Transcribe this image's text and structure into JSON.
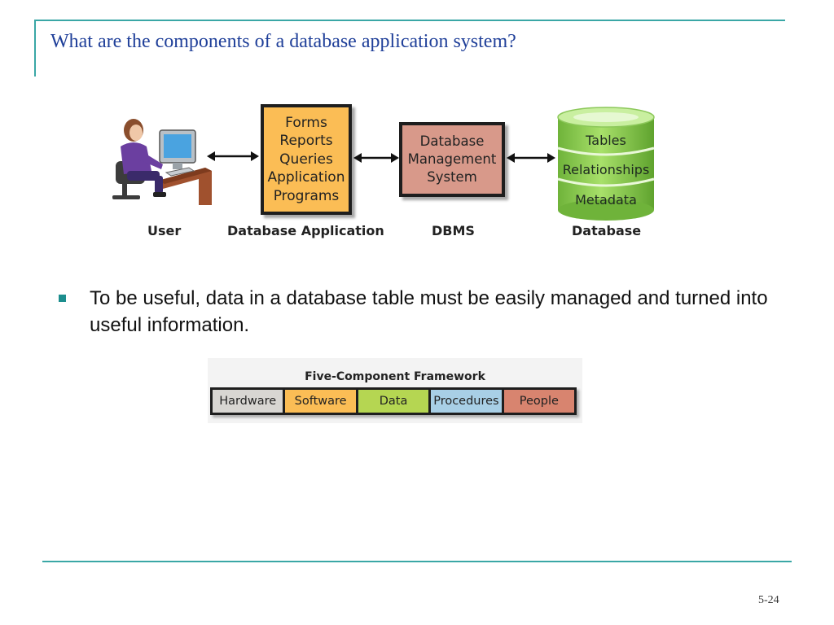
{
  "title": "What are the components of a database application system?",
  "diagram": {
    "application_box": [
      "Forms",
      "Reports",
      "Queries",
      "Application",
      "Programs"
    ],
    "dbms_box": [
      "Database",
      "Management",
      "System"
    ],
    "database_cylinder": [
      "Tables",
      "Relationships",
      "Metadata"
    ],
    "labels": {
      "user": "User",
      "application": "Database Application",
      "dbms": "DBMS",
      "database": "Database"
    },
    "colors": {
      "application": "#fbbd55",
      "dbms": "#d8998a",
      "database": "#8fcf4e"
    }
  },
  "bullet": "To be useful, data in a database table must be easily managed and turned into useful information.",
  "framework": {
    "title": "Five-Component Framework",
    "components": [
      {
        "label": "Hardware",
        "color": "#d8d6d2"
      },
      {
        "label": "Software",
        "color": "#fbbd55"
      },
      {
        "label": "Data",
        "color": "#b5d652"
      },
      {
        "label": "Procedures",
        "color": "#a8cfe6"
      },
      {
        "label": "People",
        "color": "#d8846f"
      }
    ]
  },
  "page_number": "5-24"
}
